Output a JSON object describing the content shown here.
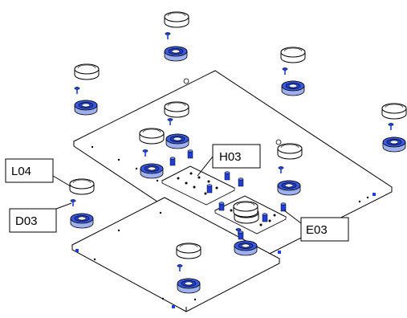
{
  "callouts": {
    "l04": "L04",
    "d03": "D03",
    "h03": "H03",
    "e03": "E03"
  },
  "colors": {
    "line": "#000000",
    "part_accent": "#1f3fd6",
    "background": "#ffffff"
  }
}
